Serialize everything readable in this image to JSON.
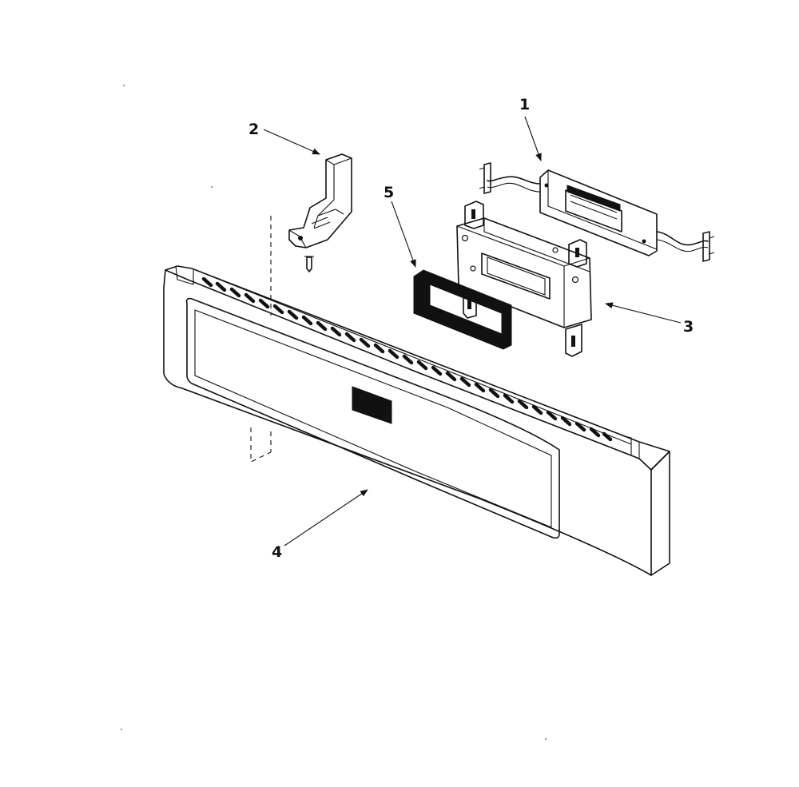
{
  "callouts": [
    {
      "id": "1",
      "label": "1"
    },
    {
      "id": "2",
      "label": "2"
    },
    {
      "id": "3",
      "label": "3"
    },
    {
      "id": "4",
      "label": "4"
    },
    {
      "id": "5",
      "label": "5"
    }
  ],
  "colors": {
    "ink": "#111111",
    "background": "#ffffff"
  }
}
